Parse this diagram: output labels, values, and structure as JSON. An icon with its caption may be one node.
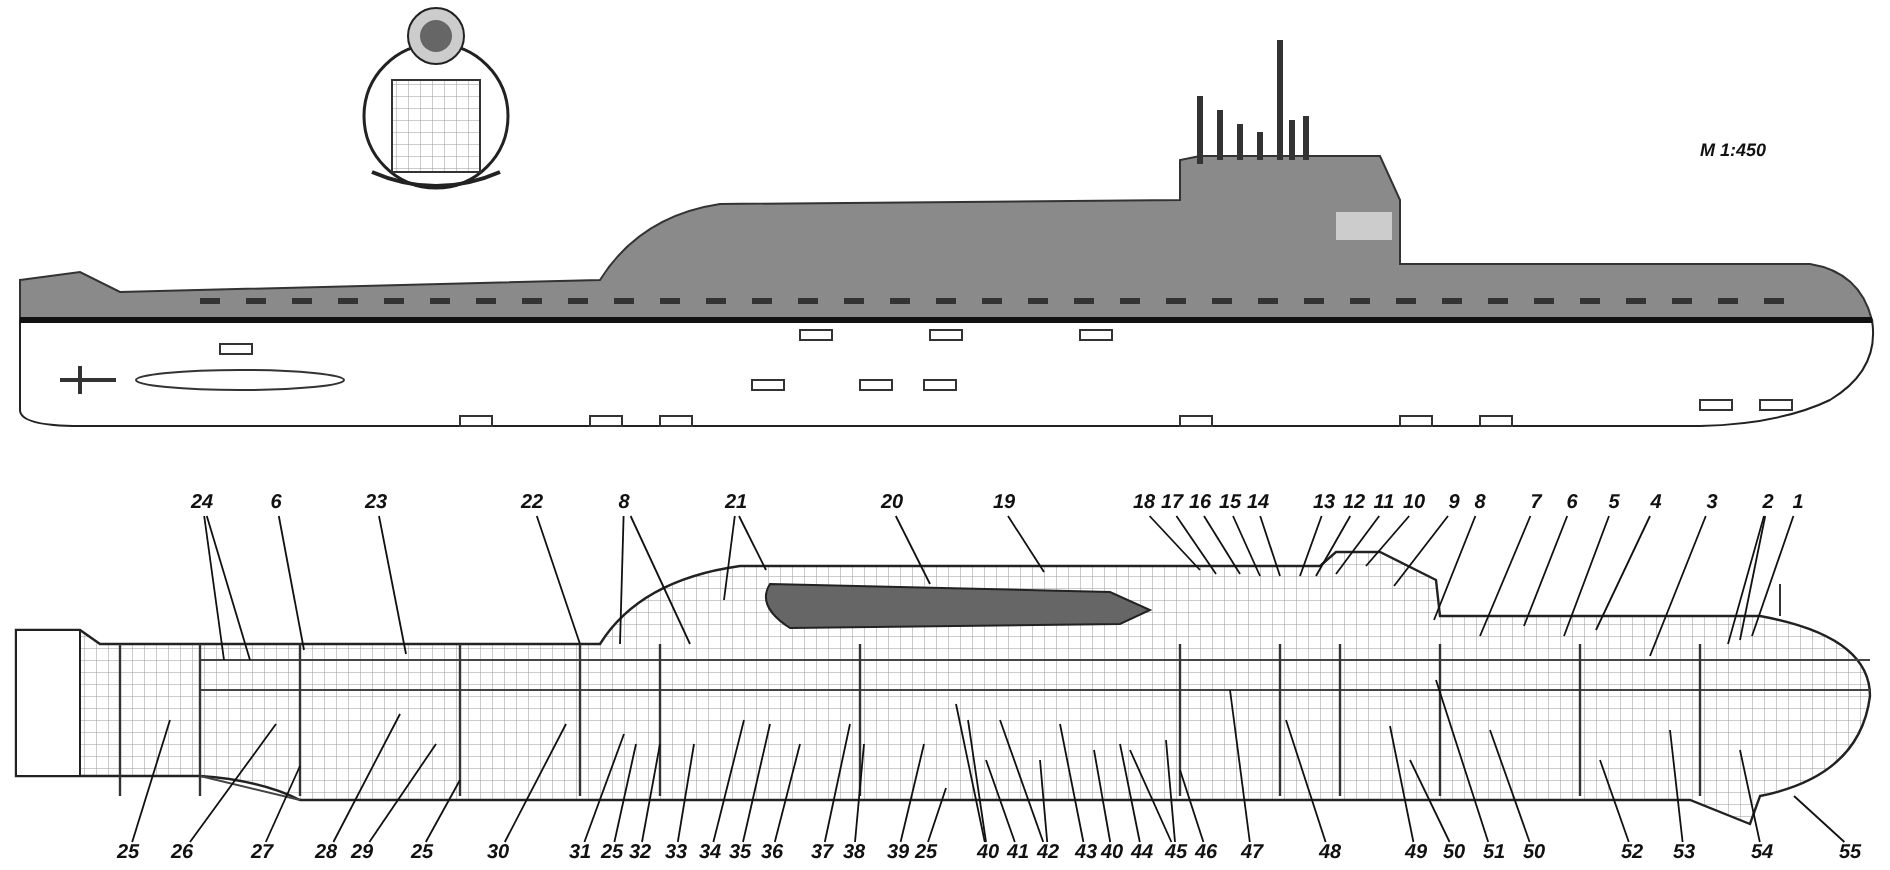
{
  "diagram": {
    "nodes": [
      {
        "text": [
          "24"
        ]
      },
      {
        "text": [
          "6"
        ]
      },
      {
        "text": [
          "23"
        ]
      },
      {
        "text": [
          "22"
        ]
      },
      {
        "text": [
          "8"
        ]
      },
      {
        "text": [
          "21"
        ]
      },
      {
        "text": [
          "20"
        ]
      },
      {
        "text": [
          "19"
        ]
      },
      {
        "text": [
          "18"
        ]
      },
      {
        "text": [
          "17"
        ]
      },
      {
        "text": [
          "16"
        ]
      },
      {
        "text": [
          "15"
        ]
      },
      {
        "text": [
          "14"
        ]
      },
      {
        "text": [
          "13"
        ]
      },
      {
        "text": [
          "12"
        ]
      },
      {
        "text": [
          "11"
        ]
      },
      {
        "text": [
          "10"
        ]
      },
      {
        "text": [
          "9"
        ]
      },
      {
        "text": [
          "8"
        ]
      },
      {
        "text": [
          "7"
        ]
      },
      {
        "text": [
          "6"
        ]
      },
      {
        "text": [
          "5"
        ]
      },
      {
        "text": [
          "4"
        ]
      },
      {
        "text": [
          "3"
        ]
      },
      {
        "text": [
          "2"
        ]
      },
      {
        "text": [
          "1"
        ]
      },
      {
        "text": [
          "25"
        ]
      },
      {
        "text": [
          "26"
        ]
      },
      {
        "text": [
          "27"
        ]
      },
      {
        "text": [
          "28"
        ]
      },
      {
        "text": [
          "29"
        ]
      },
      {
        "text": [
          "25"
        ]
      },
      {
        "text": [
          "30"
        ]
      },
      {
        "text": [
          "31"
        ]
      },
      {
        "text": [
          "25"
        ]
      },
      {
        "text": [
          "32"
        ]
      },
      {
        "text": [
          "33"
        ]
      },
      {
        "text": [
          "34"
        ]
      },
      {
        "text": [
          "35"
        ]
      },
      {
        "text": [
          "36"
        ]
      },
      {
        "text": [
          "37"
        ]
      },
      {
        "text": [
          "38"
        ]
      },
      {
        "text": [
          "39"
        ]
      },
      {
        "text": [
          "25"
        ]
      },
      {
        "text": [
          "40"
        ]
      },
      {
        "text": [
          "41"
        ]
      },
      {
        "text": [
          "42"
        ]
      },
      {
        "text": [
          "43"
        ]
      },
      {
        "text": [
          "40"
        ]
      },
      {
        "text": [
          "44"
        ]
      },
      {
        "text": [
          "45"
        ]
      },
      {
        "text": [
          "46"
        ]
      },
      {
        "text": [
          "47"
        ]
      },
      {
        "text": [
          "48"
        ]
      },
      {
        "text": [
          "49"
        ]
      },
      {
        "text": [
          "50"
        ]
      },
      {
        "text": [
          "51"
        ]
      },
      {
        "text": [
          "50"
        ]
      },
      {
        "text": [
          "52"
        ]
      },
      {
        "text": [
          "53"
        ]
      },
      {
        "text": [
          "54"
        ]
      },
      {
        "text": [
          "55"
        ]
      }
    ],
    "edges": [
      {
        "from": 0,
        "to": null,
        "arrow": "none"
      },
      {
        "from": 0,
        "to": null,
        "arrow": "none"
      },
      {
        "from": 1,
        "to": null,
        "arrow": "none"
      },
      {
        "from": 2,
        "to": null,
        "arrow": "none"
      },
      {
        "from": 3,
        "to": null,
        "arrow": "none"
      },
      {
        "from": 4,
        "to": null,
        "arrow": "none"
      },
      {
        "from": 4,
        "to": null,
        "arrow": "none"
      },
      {
        "from": 5,
        "to": null,
        "arrow": "none"
      },
      {
        "from": 5,
        "to": null,
        "arrow": "none"
      },
      {
        "from": 6,
        "to": null,
        "arrow": "none"
      },
      {
        "from": 7,
        "to": null,
        "arrow": "none"
      },
      {
        "from": 8,
        "to": null,
        "arrow": "none"
      },
      {
        "from": 9,
        "to": null,
        "arrow": "none"
      },
      {
        "from": 10,
        "to": null,
        "arrow": "none"
      },
      {
        "from": 11,
        "to": null,
        "arrow": "none"
      },
      {
        "from": 12,
        "to": null,
        "arrow": "none"
      },
      {
        "from": 13,
        "to": null,
        "arrow": "none"
      },
      {
        "from": 14,
        "to": null,
        "arrow": "none"
      },
      {
        "from": 15,
        "to": null,
        "arrow": "none"
      },
      {
        "from": 16,
        "to": null,
        "arrow": "none"
      },
      {
        "from": 17,
        "to": null,
        "arrow": "none"
      },
      {
        "from": 18,
        "to": null,
        "arrow": "none"
      },
      {
        "from": 19,
        "to": null,
        "arrow": "none"
      },
      {
        "from": 20,
        "to": null,
        "arrow": "none"
      },
      {
        "from": 21,
        "to": null,
        "arrow": "none"
      },
      {
        "from": 22,
        "to": null,
        "arrow": "none"
      },
      {
        "from": 23,
        "to": null,
        "arrow": "none"
      },
      {
        "from": 24,
        "to": null,
        "arrow": "none"
      },
      {
        "from": 24,
        "to": null,
        "arrow": "none"
      },
      {
        "from": 25,
        "to": null,
        "arrow": "none"
      },
      {
        "from": 26,
        "to": null,
        "arrow": "none"
      },
      {
        "from": 27,
        "to": null,
        "arrow": "none"
      },
      {
        "from": 28,
        "to": null,
        "arrow": "none"
      },
      {
        "from": 29,
        "to": null,
        "arrow": "none"
      },
      {
        "from": 30,
        "to": null,
        "arrow": "none"
      },
      {
        "from": 31,
        "to": null,
        "arrow": "none"
      },
      {
        "from": 32,
        "to": null,
        "arrow": "none"
      },
      {
        "from": 33,
        "to": null,
        "arrow": "none"
      },
      {
        "from": 34,
        "to": null,
        "arrow": "none"
      },
      {
        "from": 35,
        "to": null,
        "arrow": "none"
      },
      {
        "from": 36,
        "to": null,
        "arrow": "none"
      },
      {
        "from": 37,
        "to": null,
        "arrow": "none"
      },
      {
        "from": 38,
        "to": null,
        "arrow": "none"
      },
      {
        "from": 39,
        "to": null,
        "arrow": "none"
      },
      {
        "from": 40,
        "to": null,
        "arrow": "none"
      },
      {
        "from": 41,
        "to": null,
        "arrow": "none"
      },
      {
        "from": 42,
        "to": null,
        "arrow": "none"
      },
      {
        "from": 43,
        "to": null,
        "arrow": "none"
      },
      {
        "from": 44,
        "to": null,
        "arrow": "none"
      },
      {
        "from": 44,
        "to": null,
        "arrow": "none"
      },
      {
        "from": 45,
        "to": null,
        "arrow": "none"
      },
      {
        "from": 46,
        "to": null,
        "arrow": "none"
      },
      {
        "from": 46,
        "to": null,
        "arrow": "none"
      },
      {
        "from": 47,
        "to": null,
        "arrow": "none"
      },
      {
        "from": 48,
        "to": null,
        "arrow": "none"
      },
      {
        "from": 49,
        "to": null,
        "arrow": "none"
      },
      {
        "from": 50,
        "to": null,
        "arrow": "none"
      },
      {
        "from": 50,
        "to": null,
        "arrow": "none"
      },
      {
        "from": 51,
        "to": null,
        "arrow": "none"
      },
      {
        "from": 52,
        "to": null,
        "arrow": "none"
      },
      {
        "from": 53,
        "to": null,
        "arrow": "none"
      },
      {
        "from": 54,
        "to": null,
        "arrow": "none"
      },
      {
        "from": 55,
        "to": null,
        "arrow": "none"
      },
      {
        "from": 56,
        "to": null,
        "arrow": "none"
      },
      {
        "from": 57,
        "to": null,
        "arrow": "none"
      },
      {
        "from": 58,
        "to": null,
        "arrow": "none"
      },
      {
        "from": 59,
        "to": null,
        "arrow": "none"
      },
      {
        "from": 60,
        "to": null,
        "arrow": "none"
      },
      {
        "from": 61,
        "to": null,
        "arrow": "none"
      }
    ],
    "labels": [
      "M 1:450"
    ]
  }
}
